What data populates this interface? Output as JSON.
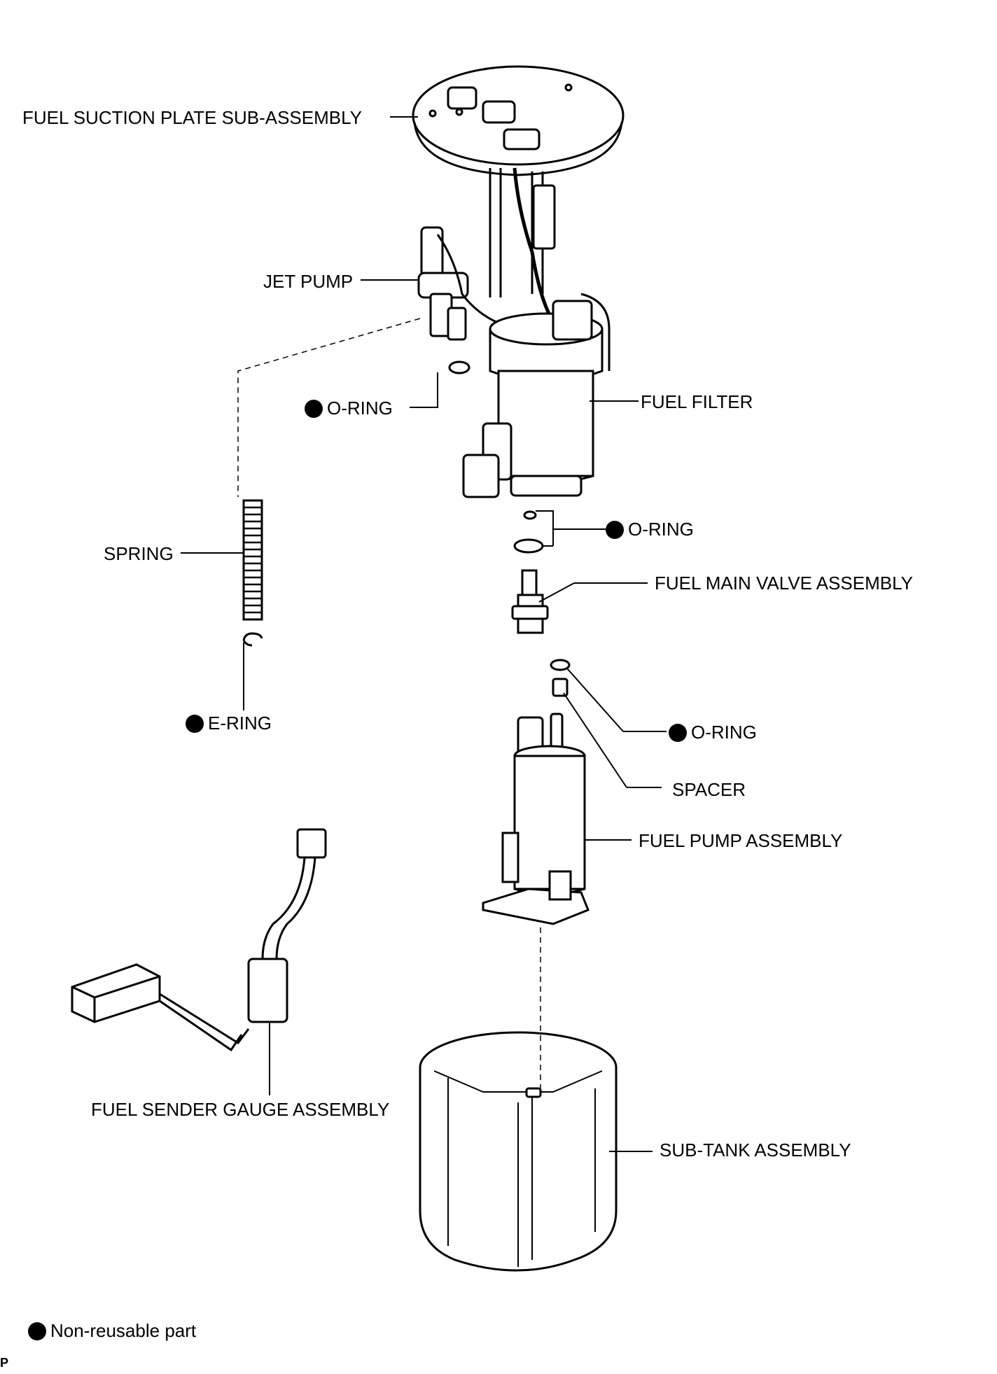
{
  "labels": {
    "fuel_suction_plate": "FUEL SUCTION PLATE SUB-ASSEMBLY",
    "jet_pump": "JET PUMP",
    "o_ring_1": "O-RING",
    "fuel_filter": "FUEL FILTER",
    "o_ring_2": "O-RING",
    "spring": "SPRING",
    "fuel_main_valve": "FUEL MAIN VALVE ASSEMBLY",
    "e_ring": "E-RING",
    "o_ring_3": "O-RING",
    "spacer": "SPACER",
    "fuel_pump": "FUEL PUMP ASSEMBLY",
    "fuel_sender_gauge": "FUEL SENDER GAUGE ASSEMBLY",
    "sub_tank": "SUB-TANK ASSEMBLY"
  },
  "legend": {
    "text": "Non-reusable part"
  },
  "corner_mark": "P"
}
